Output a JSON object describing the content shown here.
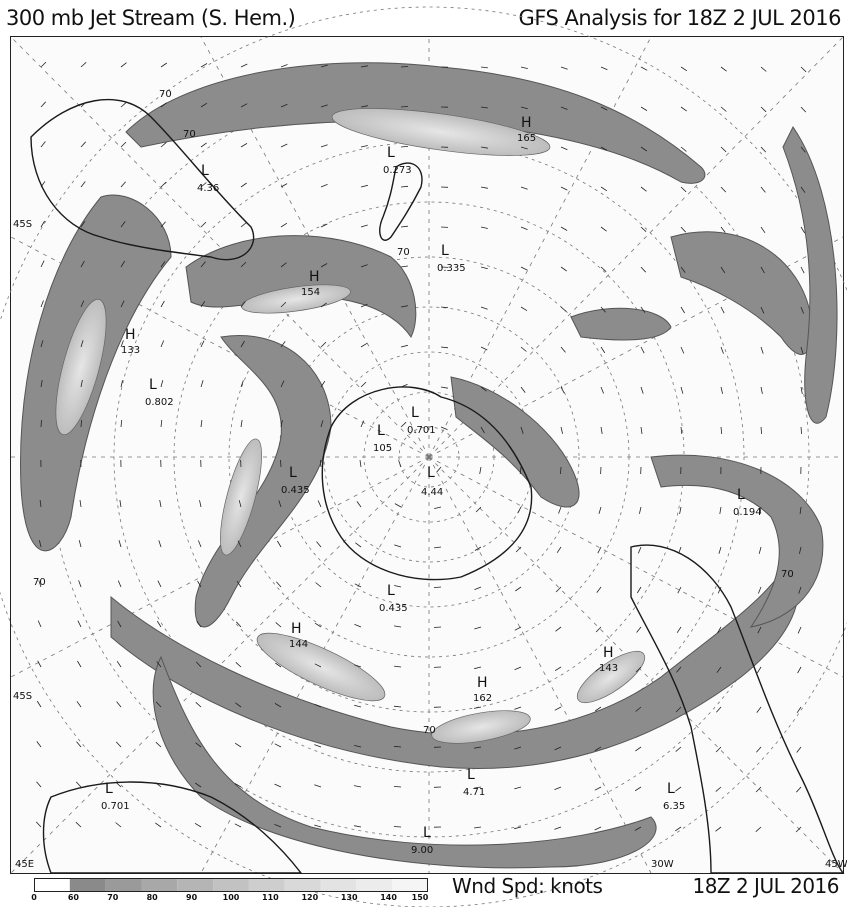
{
  "header": {
    "title_left": "300 mb Jet Stream  (S. Hem.)",
    "title_right": "GFS Analysis for 18Z 2 JUL 2016"
  },
  "footer": {
    "units": "Wnd Spd: knots",
    "date": "18Z 2 JUL 2016"
  },
  "colorbar": {
    "ticks": [
      "0",
      "60",
      "70",
      "80",
      "90",
      "100",
      "110",
      "120",
      "130",
      "140",
      "150"
    ],
    "colors": [
      "#ffffff",
      "#8a8a8a",
      "#9a9a9a",
      "#a8a8a8",
      "#b5b5b5",
      "#c2c2c2",
      "#cecece",
      "#d9d9d9",
      "#e3e3e3",
      "#ececec",
      "#f5f5f5"
    ]
  },
  "map": {
    "lat_labels": [
      "45S",
      "45S"
    ],
    "lon_labels": [
      "45E",
      "45W",
      "30W"
    ],
    "pressure_lows": [
      {
        "symbol": "L",
        "value": "0.273"
      },
      {
        "symbol": "L",
        "value": "4.36"
      },
      {
        "symbol": "L",
        "value": "0.335"
      },
      {
        "symbol": "L",
        "value": "0.802"
      },
      {
        "symbol": "L",
        "value": "0.701"
      },
      {
        "symbol": "L",
        "value": "4.44"
      },
      {
        "symbol": "L",
        "value": "0.435"
      },
      {
        "symbol": "L",
        "value": "105"
      },
      {
        "symbol": "L",
        "value": "0.194"
      },
      {
        "symbol": "L",
        "value": "0.435"
      },
      {
        "symbol": "L",
        "value": "4.71"
      },
      {
        "symbol": "L",
        "value": "0.701"
      },
      {
        "symbol": "L",
        "value": "9.00"
      },
      {
        "symbol": "L",
        "value": "6.35"
      }
    ],
    "jet_maxima": [
      {
        "symbol": "H",
        "value": "165"
      },
      {
        "symbol": "H",
        "value": "154"
      },
      {
        "symbol": "H",
        "value": "133"
      },
      {
        "symbol": "H",
        "value": "144"
      },
      {
        "symbol": "H",
        "value": "162"
      },
      {
        "symbol": "H",
        "value": "143"
      }
    ],
    "contour_labels": [
      "70",
      "70",
      "70",
      "70",
      "70",
      "70"
    ],
    "colors": {
      "jet_shade": "#8c8c8c",
      "jet_core": "#c9c9c9",
      "coast": "#1a1a1a",
      "grid": "#777777"
    }
  }
}
